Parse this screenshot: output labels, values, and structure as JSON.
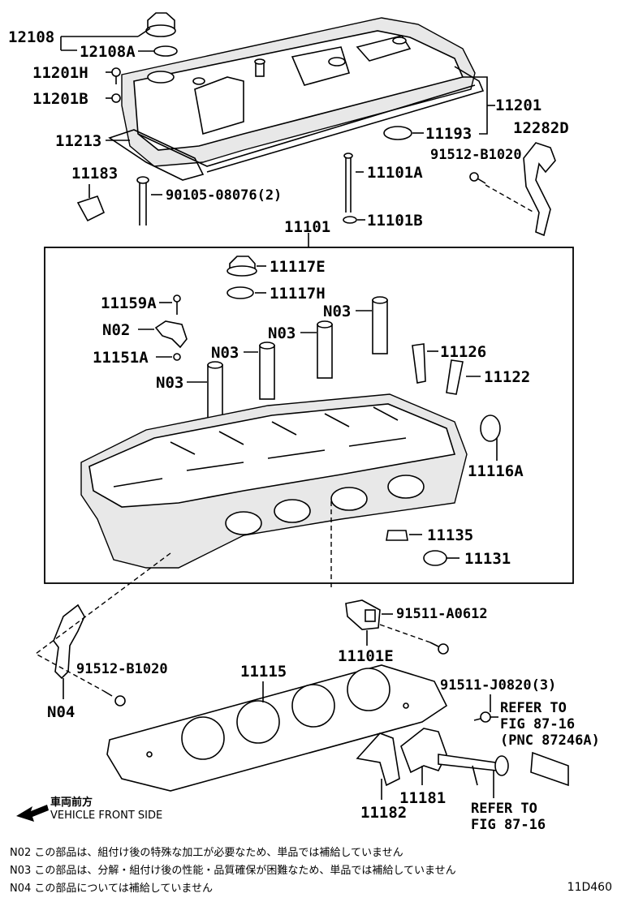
{
  "labels": {
    "p12108": "12108",
    "p12108A": "12108A",
    "p11201H": "11201H",
    "p11201B": "11201B",
    "p11201": "11201",
    "p11213": "11213",
    "p11193": "11193",
    "p12282D": "12282D",
    "p91512B1020_top": "91512-B1020",
    "p11183": "11183",
    "p90105": "90105-08076(2)",
    "p11101A": "11101A",
    "p11101B": "11101B",
    "p11101": "11101",
    "p11117E": "11117E",
    "p11117H": "11117H",
    "p11159A": "11159A",
    "n03_a": "N03",
    "n02": "N02",
    "n03_b": "N03",
    "p11151A": "11151A",
    "n03_c": "N03",
    "p11126": "11126",
    "n03_d": "N03",
    "p11122": "11122",
    "p11116A": "11116A",
    "p11135": "11135",
    "p11131": "11131",
    "p91511A0612": "91511-A0612",
    "p11101E": "11101E",
    "p91512B1020_bot": "91512-B1020",
    "n04": "N04",
    "p11115": "11115",
    "p91511J0820": "91511-J0820(3)",
    "refer1_a": "REFER TO",
    "refer1_b": "FIG 87-16",
    "refer1_c": "(PNC 87246A)",
    "p11181": "11181",
    "p11182": "11182",
    "refer2_a": "REFER TO",
    "refer2_b": "FIG 87-16"
  },
  "direction": {
    "jp": "車両前方",
    "en": "VEHICLE FRONT SIDE"
  },
  "notes": [
    "N02 この部品は、組付け後の特殊な加工が必要なため、単品では補給していません",
    "N03 この部品は、分解・組付け後の性能・品質確保が困難なため、単品では補給していません",
    "N04 この部品については補給していません"
  ],
  "figure_code": "11D460"
}
